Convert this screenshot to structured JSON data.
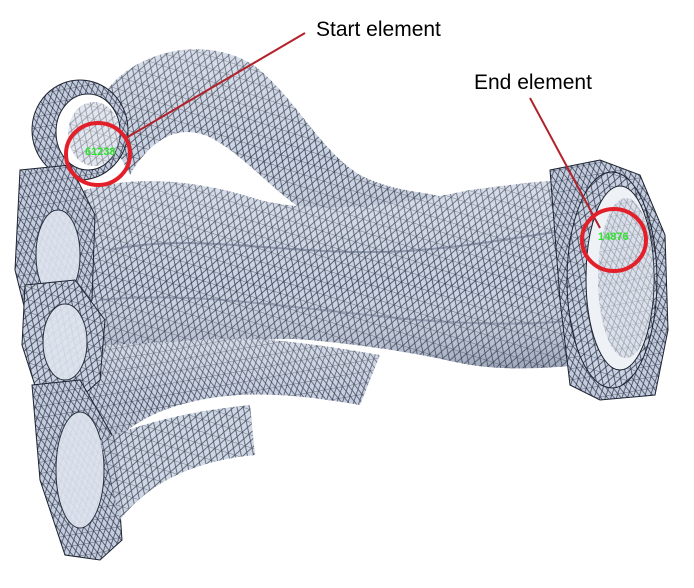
{
  "annotations": {
    "start_label": "Start element",
    "end_label": "End element",
    "start_id": "61238",
    "end_id": "14876"
  },
  "colors": {
    "mesh_fill": "#c9d2e3",
    "mesh_shade": "#9aa6bd",
    "mesh_line": "#1c2230",
    "highlight_ring": "#e3202a",
    "leader_line": "#b3222b",
    "element_id": "#2fe02f"
  }
}
